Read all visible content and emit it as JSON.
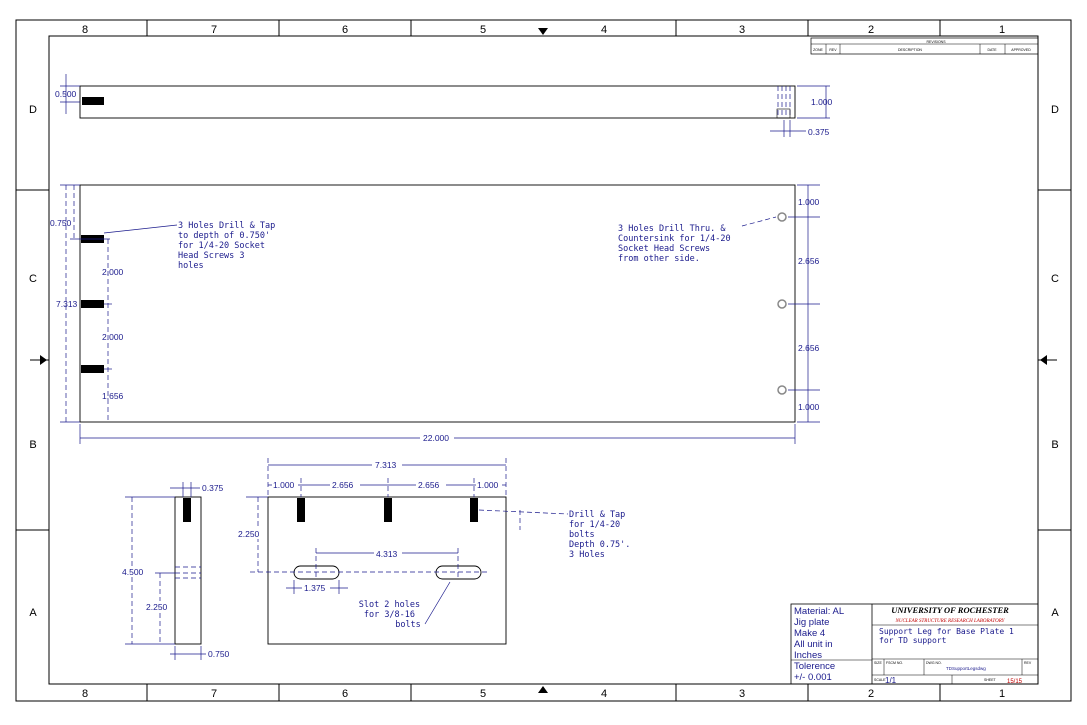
{
  "zones": {
    "top": [
      "8",
      "7",
      "6",
      "5",
      "4",
      "3",
      "2",
      "1"
    ],
    "bottom": [
      "8",
      "7",
      "6",
      "5",
      "4",
      "3",
      "2",
      "1"
    ],
    "left": [
      "D",
      "C",
      "B",
      "A"
    ],
    "right": [
      "D",
      "C",
      "B",
      "A"
    ]
  },
  "revisions": {
    "title": "REVISIONS",
    "cols": [
      "ZONE",
      "REV",
      "DESCRIPTION",
      "DATE",
      "APPROVED"
    ]
  },
  "side_view": {
    "dim_thickness_left": "0.500",
    "dim_height": "1.000",
    "dim_width_right": "0.375"
  },
  "plan_view": {
    "dim_top_offset": "0.750",
    "dim_height_total": "7.313",
    "dim_spacing_1": "2.000",
    "dim_spacing_2": "2.000",
    "dim_bottom": "1.656",
    "dim_length": "22.000",
    "dim_right_1": "1.000",
    "dim_right_2": "2.656",
    "dim_right_3": "2.656",
    "dim_right_4": "1.000",
    "note_left": [
      "3 Holes Drill & Tap",
      "to depth of 0.750'",
      "for 1/4-20 Socket",
      "Head Screws 3",
      "holes"
    ],
    "note_right": [
      "3 Holes Drill Thru. &",
      "Countersink for 1/4-20",
      "Socket Head Screws",
      "from other side."
    ]
  },
  "end_view": {
    "dim_top": "0.375",
    "dim_height": "4.500",
    "dim_mid": "2.250",
    "dim_width": "0.750"
  },
  "front_view": {
    "dim_total": "7.313",
    "dim_a": "1.000",
    "dim_b": "2.656",
    "dim_c": "2.656",
    "dim_d": "1.000",
    "dim_depth": "2.250",
    "dim_slot_spacing": "4.313",
    "dim_slot_len": "1.375",
    "note_tap": [
      "Drill & Tap",
      "for 1/4-20",
      "bolts",
      "Depth 0.75'.",
      "3 Holes"
    ],
    "note_slot": [
      "Slot 2 holes",
      "for 3/8-16",
      "bolts"
    ]
  },
  "title_block": {
    "material_lines": [
      "Material: AL",
      "Jig plate",
      "Make 4",
      "All unit in",
      "Inches"
    ],
    "tolerance_label": "Tolerence",
    "tolerance_value": "+/- 0.001",
    "university": "UNIVERSITY OF ROCHESTER",
    "lab": "NUCLEAR STRUCTURE RESEARCH LABORATORY",
    "title_lines": [
      "Support Leg for Base Plate 1",
      "for TD support"
    ],
    "size_label": "SIZE",
    "fscm_label": "FSCM NO.",
    "dwg_label": "DWG NO.",
    "dwg_value": "TDSupportLegsdwg",
    "rev_label": "REV",
    "scale_label": "SCALE",
    "scale_value": "1/1",
    "sheet_label": "SHEET",
    "sheet_value": "15/15"
  }
}
